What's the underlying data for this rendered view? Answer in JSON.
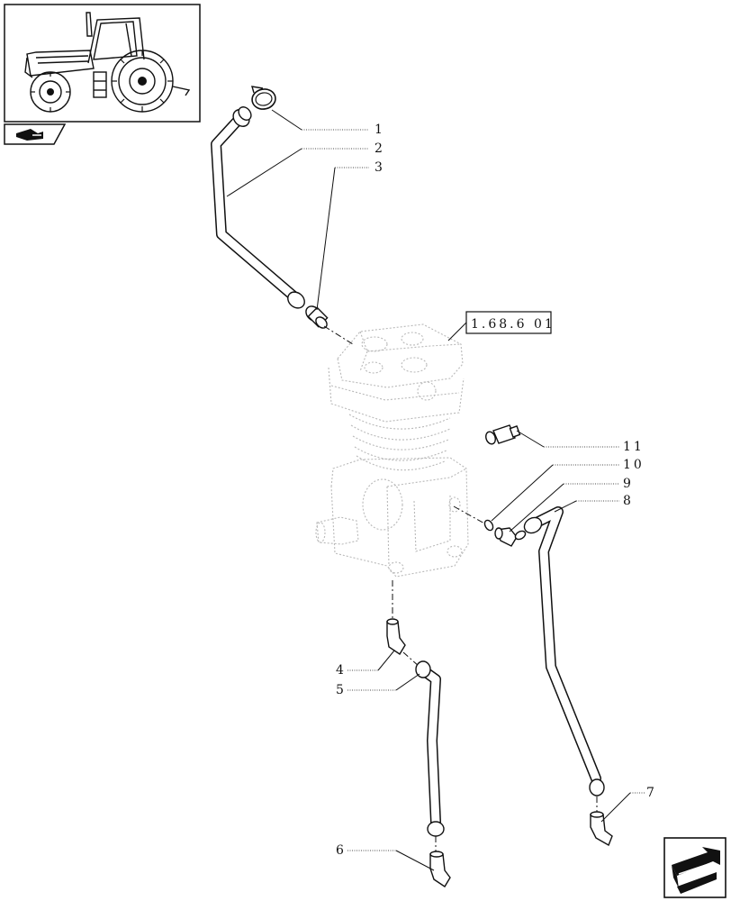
{
  "reference_box": {
    "label": "1.68.6 01"
  },
  "callouts": [
    {
      "id": "1",
      "label": "1"
    },
    {
      "id": "2",
      "label": "2"
    },
    {
      "id": "3",
      "label": "3"
    },
    {
      "id": "4",
      "label": "4"
    },
    {
      "id": "5",
      "label": "5"
    },
    {
      "id": "6",
      "label": "6"
    },
    {
      "id": "7",
      "label": "7"
    },
    {
      "id": "8",
      "label": "8"
    },
    {
      "id": "9",
      "label": "9"
    },
    {
      "id": "10",
      "label": "10"
    },
    {
      "id": "11",
      "label": "11"
    }
  ],
  "icons": {
    "thumbnail": "tractor-thumbnail-icon",
    "section": "section-folder-icon",
    "navigation": "next-page-arrow-icon"
  }
}
